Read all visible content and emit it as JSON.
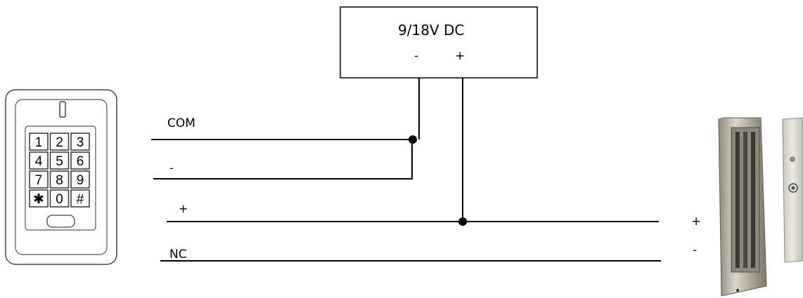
{
  "power_supply": {
    "label": "9/18V DC",
    "minus": "-",
    "plus": "+"
  },
  "keypad": {
    "keys": [
      "1",
      "2",
      "3",
      "4",
      "5",
      "6",
      "7",
      "8",
      "9",
      "✱",
      "0",
      "#"
    ]
  },
  "wires": {
    "com": "COM",
    "minus": "-",
    "plus": "+",
    "nc": "NC"
  },
  "lock": {
    "plus": "+",
    "minus": "-"
  }
}
